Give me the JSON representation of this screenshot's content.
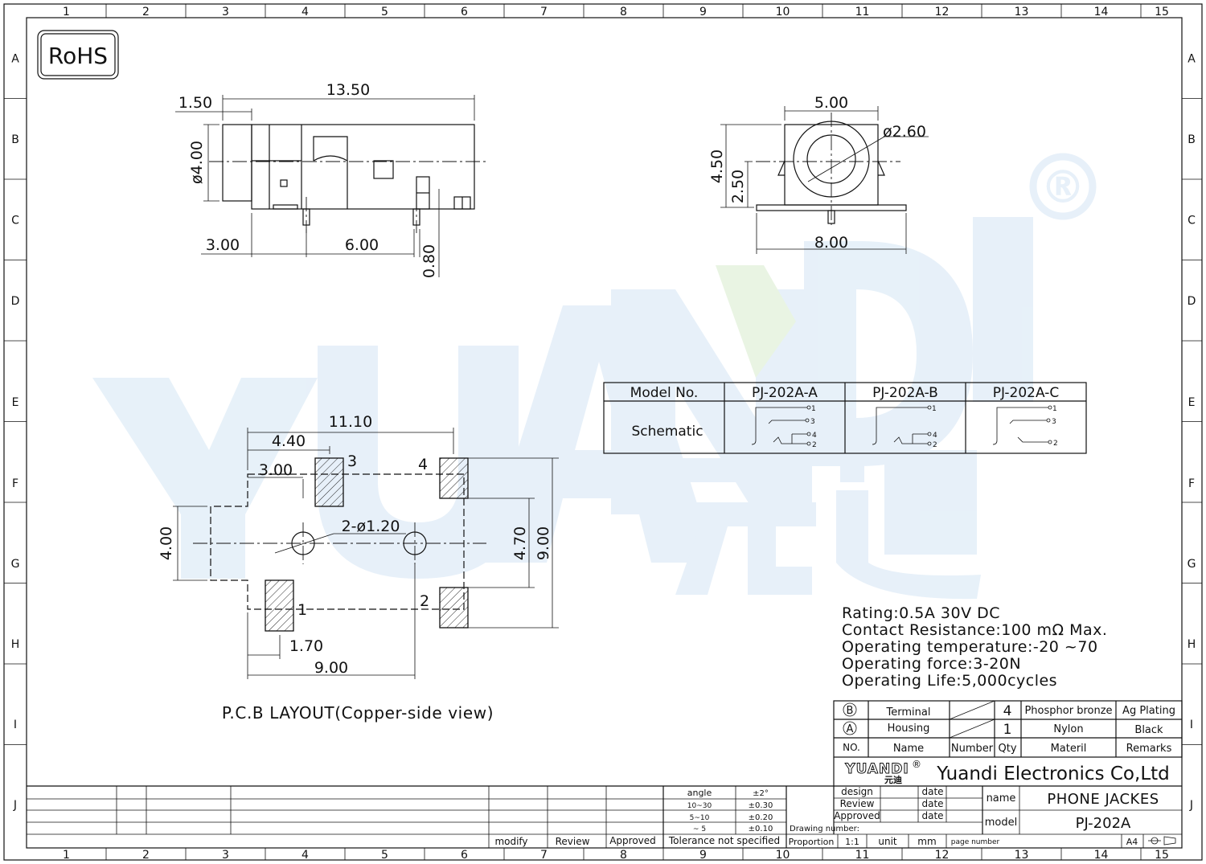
{
  "sheet": {
    "col_numbers": [
      "1",
      "2",
      "3",
      "4",
      "5",
      "6",
      "7",
      "8",
      "9",
      "10",
      "11",
      "12",
      "13",
      "14",
      "15"
    ],
    "row_letters": [
      "A",
      "B",
      "C",
      "D",
      "E",
      "F",
      "G",
      "H",
      "I",
      "J"
    ],
    "rohs": "RoHS",
    "watermark": {
      "latin": "YUANDI",
      "chinese": "元迪",
      "registered": "®"
    }
  },
  "side_view": {
    "dims": [
      "13.50",
      "1.50",
      "ø4.00",
      "3.00",
      "6.00",
      "0.80"
    ]
  },
  "front_view": {
    "dims": [
      "5.00",
      "ø2.60",
      "4.50",
      "2.50",
      "8.00"
    ]
  },
  "pcb": {
    "dims": [
      "11.10",
      "4.40",
      "3.00",
      "4.00",
      "2-ø1.20",
      "4.70",
      "9.00",
      "1.70",
      "9.00"
    ],
    "pin_labels": [
      "3",
      "4",
      "1",
      "2"
    ],
    "caption": "P.C.B LAYOUT(Copper-side view)"
  },
  "model_table": {
    "header": [
      "Model No.",
      "PJ-202A-A",
      "PJ-202A-B",
      "PJ-202A-C"
    ],
    "row_label": "Schematic"
  },
  "specs": [
    "Rating:0.5A 30V DC",
    "Contact Resistance:100 mΩ Max.",
    "Operating temperature:-20  ~70",
    "Operating force:3-20N",
    "Operating Life:5,000cycles"
  ],
  "bom": {
    "rows": [
      {
        "no": "B",
        "name": "Terminal",
        "qty": "4",
        "material": "Phosphor bronze",
        "remarks": "Ag Plating"
      },
      {
        "no": "A",
        "name": "Housing",
        "qty": "1",
        "material": "Nylon",
        "remarks": "Black"
      }
    ],
    "header": {
      "no": "NO.",
      "name": "Name",
      "number": "Number",
      "qty": "Qty",
      "material": "Materil",
      "remarks": "Remarks"
    }
  },
  "title_block": {
    "logo": "YUANDI",
    "logo_cn": "元迪",
    "company": "Yuandi Electronics Co,Ltd",
    "design": "design",
    "review": "Review",
    "approved": "Approved",
    "date": "date",
    "name_label": "name",
    "name_value": "PHONE JACKES",
    "model_label": "model",
    "model_value": "PJ-202A",
    "drawing_number": "Drawing number:",
    "proportion": "Proportion",
    "proportion_value": "1:1",
    "unit": "unit",
    "unit_value": "mm",
    "page_number": "page number",
    "paper": "A4"
  },
  "tolerance": {
    "rows": [
      [
        "angle",
        "±2°"
      ],
      [
        "10~30",
        "±0.30"
      ],
      [
        "5~10",
        "±0.20"
      ],
      [
        "~ 5",
        "±0.10"
      ]
    ],
    "footer": "Tolerance not specified"
  },
  "revision": {
    "modify": "modify",
    "review": "Review",
    "approved": "Approved"
  }
}
